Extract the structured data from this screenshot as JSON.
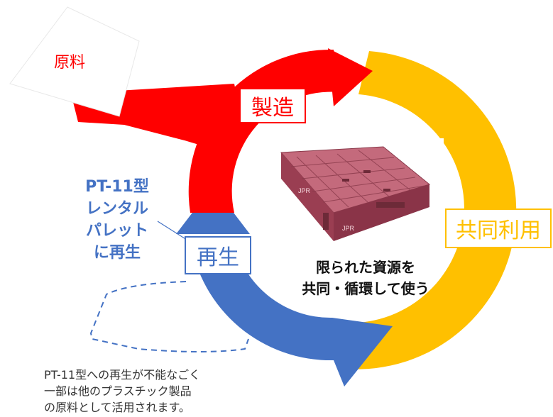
{
  "diagram": {
    "labels": {
      "raw_material": "原料",
      "manufacturing": "製造",
      "shared_use": "共同利用",
      "regeneration": "再生"
    },
    "pt11_note": [
      "PT-11型",
      "レンタル",
      "パレット",
      "に再生"
    ],
    "center_text": [
      "限られた資源を",
      "共同・循環して使う"
    ],
    "bottom_note": [
      "PT-11型への再生が不能なごく",
      "一部は他のプラスチック製品",
      "の原料として活用されます。"
    ],
    "pallet_image": {
      "icon": "plastic-pallet-icon",
      "marking": "JPR"
    },
    "colors": {
      "manufacturing": "#ff0000",
      "shared_use": "#ffc000",
      "regeneration": "#4472c4",
      "pallet": "#a8485a"
    }
  }
}
